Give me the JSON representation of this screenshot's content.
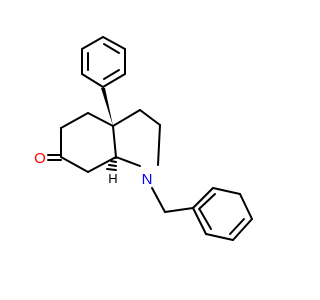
{
  "molecule": {
    "atom_labels": {
      "oxygen": "O",
      "nitrogen": "N",
      "hydrogen": "H"
    },
    "colors": {
      "oxygen": "#ff0000",
      "nitrogen": "#0000ff",
      "bond": "#000000",
      "background": "#ffffff"
    }
  }
}
